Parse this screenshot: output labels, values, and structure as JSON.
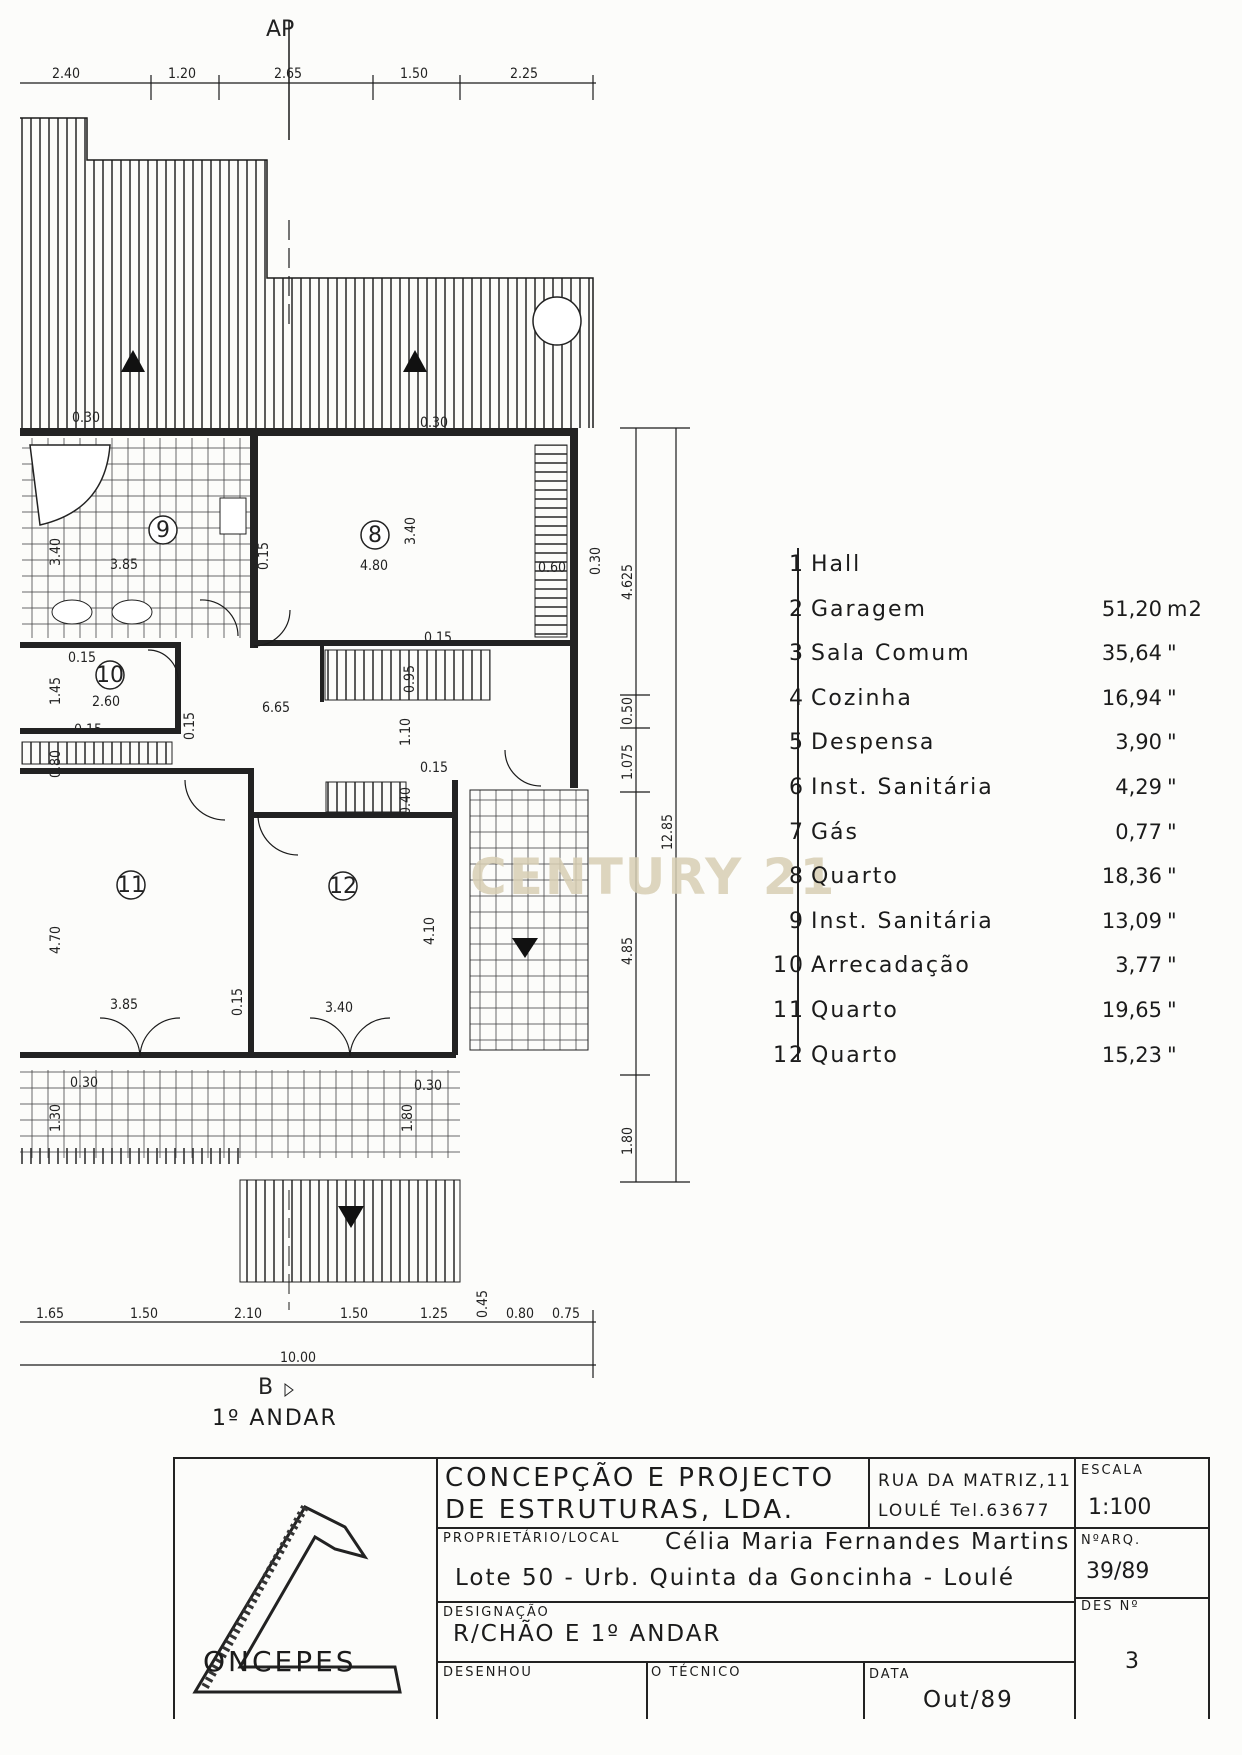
{
  "plan": {
    "section_marker_top": "AP",
    "section_marker_bottom": "B",
    "floor_title": "1º ANDAR",
    "watermark": "CENTURY 21",
    "top_dimensions": [
      "2.40",
      "1.20",
      "2.65",
      "1.50",
      "2.25"
    ],
    "bottom_dimensions": [
      "1.65",
      "1.50",
      "2.10",
      "1.50",
      "1.25",
      "0.45",
      "0.80",
      "0.75"
    ],
    "total_width": "10.00",
    "right_dimensions": [
      "4.625",
      "0.50",
      "1.075",
      "4.85",
      "1.80"
    ],
    "right_total": "12.85",
    "inner_dimensions": [
      "0.30",
      "0.30",
      "3.40",
      "3.85",
      "3.40",
      "4.80",
      "0.60",
      "0.30",
      "0.15",
      "0.15",
      "0.15",
      "1.45",
      "2.60",
      "0.15",
      "6.65",
      "0.95",
      "0.15",
      "1.10",
      "0.15",
      "0.80",
      "0.40",
      "4.70",
      "3.85",
      "0.15",
      "4.10",
      "3.40",
      "0.30",
      "0.30",
      "1.30",
      "1.80"
    ],
    "room_numbers": [
      "8",
      "9",
      "10",
      "11",
      "12"
    ]
  },
  "legend": [
    {
      "num": "1",
      "name": "Hall",
      "area": "",
      "unit": ""
    },
    {
      "num": "2",
      "name": "Garagem",
      "area": "51,20",
      "unit": "m2"
    },
    {
      "num": "3",
      "name": "Sala Comum",
      "area": "35,64",
      "unit": "\""
    },
    {
      "num": "4",
      "name": "Cozinha",
      "area": "16,94",
      "unit": "\""
    },
    {
      "num": "5",
      "name": "Despensa",
      "area": "3,90",
      "unit": "\""
    },
    {
      "num": "6",
      "name": "Inst. Sanitária",
      "area": "4,29",
      "unit": "\""
    },
    {
      "num": "7",
      "name": "Gás",
      "area": "0,77",
      "unit": "\""
    },
    {
      "num": "8",
      "name": "Quarto",
      "area": "18,36",
      "unit": "\""
    },
    {
      "num": "9",
      "name": "Inst. Sanitária",
      "area": "13,09",
      "unit": "\""
    },
    {
      "num": "10",
      "name": "Arrecadação",
      "area": "3,77",
      "unit": "\""
    },
    {
      "num": "11",
      "name": "Quarto",
      "area": "19,65",
      "unit": "\""
    },
    {
      "num": "12",
      "name": "Quarto",
      "area": "15,23",
      "unit": "\""
    }
  ],
  "title_block": {
    "company_line1": "CONCEPÇÃO E PROJECTO",
    "company_line2": "DE ESTRUTURAS, LDA.",
    "address_line1": "RUA DA MATRIZ,11",
    "address_line2": "LOULÉ  Tel.63677",
    "scale_label": "ESCALA",
    "scale_value": "1:100",
    "owner_label": "PROPRIETÁRIO/LOCAL",
    "owner_value": "Célia  Maria  Fernandes  Martins",
    "location_value": "Lote 50 - Urb. Quinta da Goncinha - Loulé",
    "archive_label": "NºARQ.",
    "archive_value": "39/89",
    "designation_label": "DESIGNAÇÃO",
    "designation_value": "R/CHÃO  E  1º ANDAR",
    "drawing_no_label": "DES Nº",
    "drawing_no_value": "3",
    "drawn_label": "DESENHOU",
    "technician_label": "O TÉCNICO",
    "date_label": "DATA",
    "date_value": "Out/89",
    "logo_text": "ONCEPES"
  }
}
